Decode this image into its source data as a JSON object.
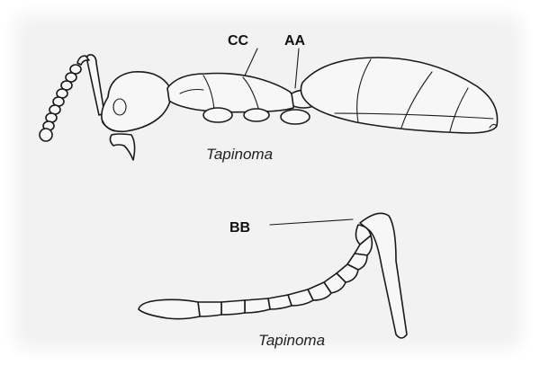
{
  "labels": {
    "cc": "CC",
    "aa": "AA",
    "bb": "BB"
  },
  "captions": {
    "top": "Tapinoma",
    "bottom": "Tapinoma"
  },
  "colors": {
    "ink": "#1a1a1a",
    "background": "#f2f2f2"
  }
}
